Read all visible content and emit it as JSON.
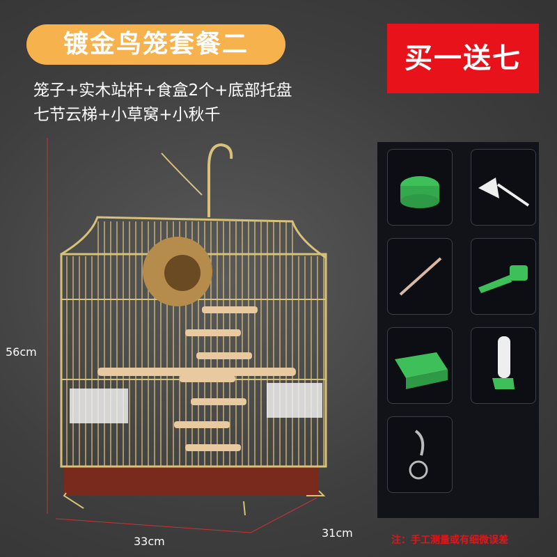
{
  "title": "镀金鸟笼套餐二",
  "subtitle_lines": [
    "笼子+实木站杆+食盒2个+底部托盘",
    "七节云梯+小草窝+小秋千"
  ],
  "promo": "买一送七",
  "dimensions": {
    "height": "56cm",
    "width": "33cm",
    "depth": "31cm"
  },
  "note": "注：手工测量或有细微误差",
  "accessories": [
    {
      "icon": "green-feeder-cup-icon"
    },
    {
      "icon": "white-clip-icon"
    },
    {
      "icon": "wooden-perch-icon"
    },
    {
      "icon": "green-scoop-icon"
    },
    {
      "icon": "green-tray-icon"
    },
    {
      "icon": "water-dispenser-icon"
    },
    {
      "icon": "keychain-hook-icon"
    }
  ],
  "colors": {
    "title_pill": "#f6b24c",
    "promo": "#e8121a",
    "note": "#d8191e",
    "cage_gold": "#d8c27a"
  }
}
